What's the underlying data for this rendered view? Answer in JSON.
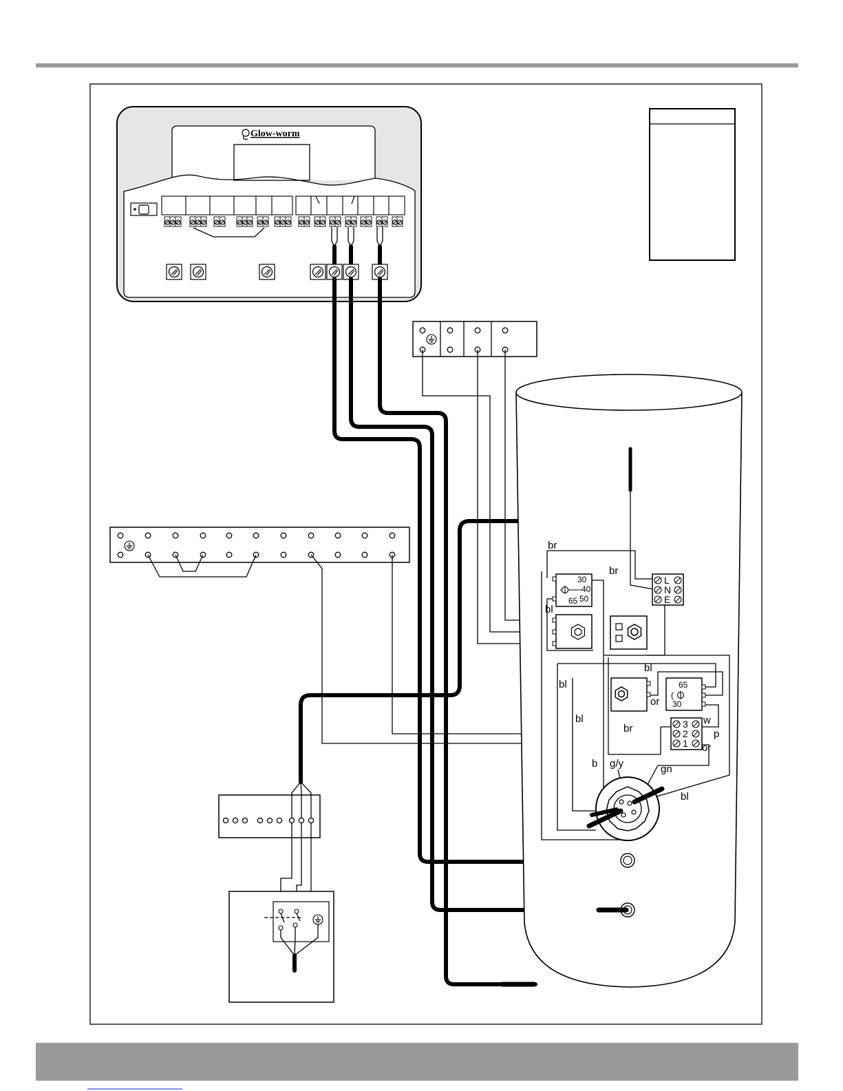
{
  "controller": {
    "brand": "Glow-worm"
  },
  "cylinder_terminal_block": {
    "L": "L",
    "N": "N",
    "E": "E"
  },
  "upper_thermostat": {
    "v30": "30",
    "v40": "40",
    "v50": "50",
    "v65": "65"
  },
  "lower_thermostat": {
    "v65": "65",
    "v30": "30"
  },
  "lower_terminal_block": {
    "t3": "3",
    "t2": "2",
    "t1": "1"
  },
  "wire_colour_labels": [
    "br",
    "br",
    "bl",
    "bl",
    "bl",
    "or",
    "bl",
    "br",
    "w",
    "p",
    "or",
    "b",
    "g/y",
    "gn",
    "bl"
  ],
  "icons": {
    "earth": "earth-icon",
    "nut": "nut-icon",
    "screw": "screw-icon"
  },
  "colors": {
    "rule": "#9a9a9a",
    "controller_body": "#e6e6e6",
    "footer_bar": "#9a9a9a"
  }
}
